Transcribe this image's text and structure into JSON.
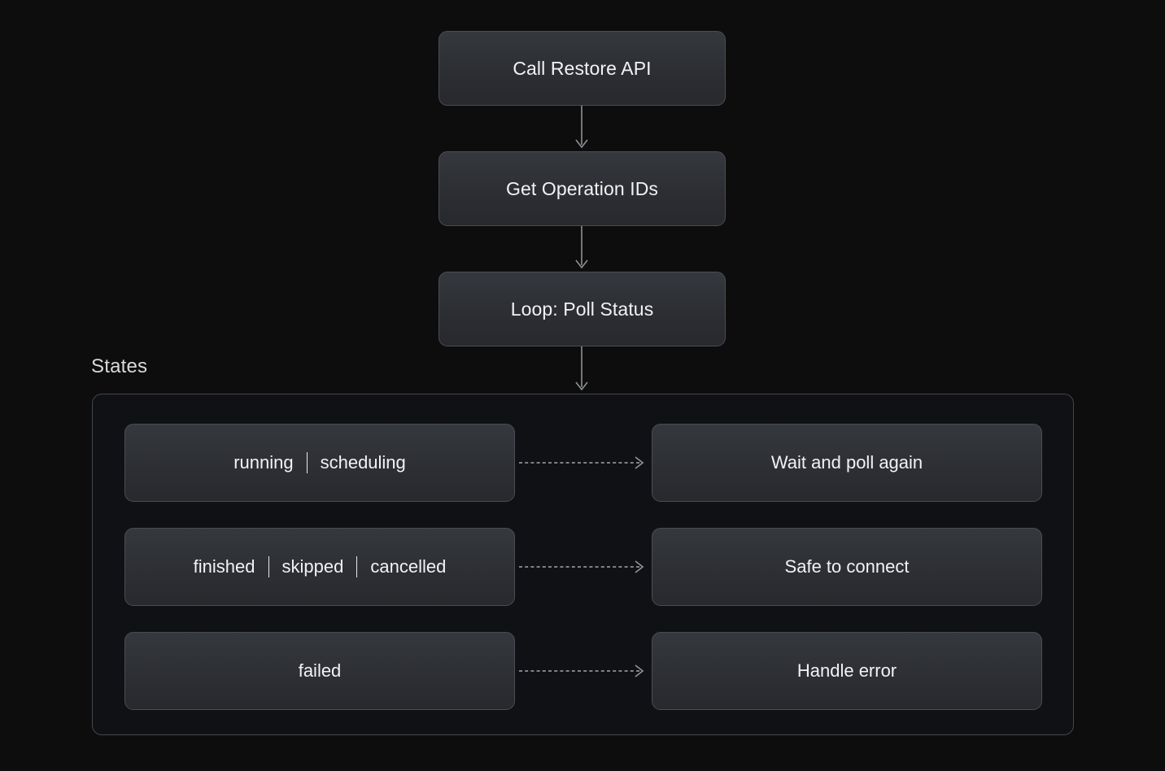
{
  "colors": {
    "background": "#0d0d0d",
    "node_fill_top": "#35383d",
    "node_fill_bottom": "#27292d",
    "node_border": "#4a4d53",
    "text": "#f2f2f4",
    "group_border": "#43464b",
    "group_fill": "#101114",
    "connector": "#8e9197",
    "divider": "#e9eaec"
  },
  "diagram": {
    "type": "flowchart",
    "direction": "top-down",
    "flow_nodes": [
      {
        "id": "call-restore-api",
        "label": "Call Restore API"
      },
      {
        "id": "get-operation-ids",
        "label": "Get Operation IDs"
      },
      {
        "id": "loop-poll-status",
        "label": "Loop: Poll Status"
      }
    ],
    "flow_connectors": [
      {
        "id": "arrow-1",
        "from": "call-restore-api",
        "to": "get-operation-ids",
        "style": "solid",
        "arrowhead": "open"
      },
      {
        "id": "arrow-2",
        "from": "get-operation-ids",
        "to": "loop-poll-status",
        "style": "solid",
        "arrowhead": "open"
      },
      {
        "id": "arrow-3",
        "from": "loop-poll-status",
        "to": "states-group",
        "style": "solid",
        "arrowhead": "open"
      }
    ],
    "states_group": {
      "label": "States",
      "rows": [
        {
          "id": "row-running",
          "state_tokens": [
            "running",
            "scheduling"
          ],
          "connector": {
            "style": "dashed",
            "arrowhead": "open"
          },
          "action": "Wait and poll again"
        },
        {
          "id": "row-finished",
          "state_tokens": [
            "finished",
            "skipped",
            "cancelled"
          ],
          "connector": {
            "style": "dashed",
            "arrowhead": "open"
          },
          "action": "Safe to connect"
        },
        {
          "id": "row-failed",
          "state_tokens": [
            "failed"
          ],
          "connector": {
            "style": "dashed",
            "arrowhead": "open"
          },
          "action": "Handle error"
        }
      ]
    }
  }
}
